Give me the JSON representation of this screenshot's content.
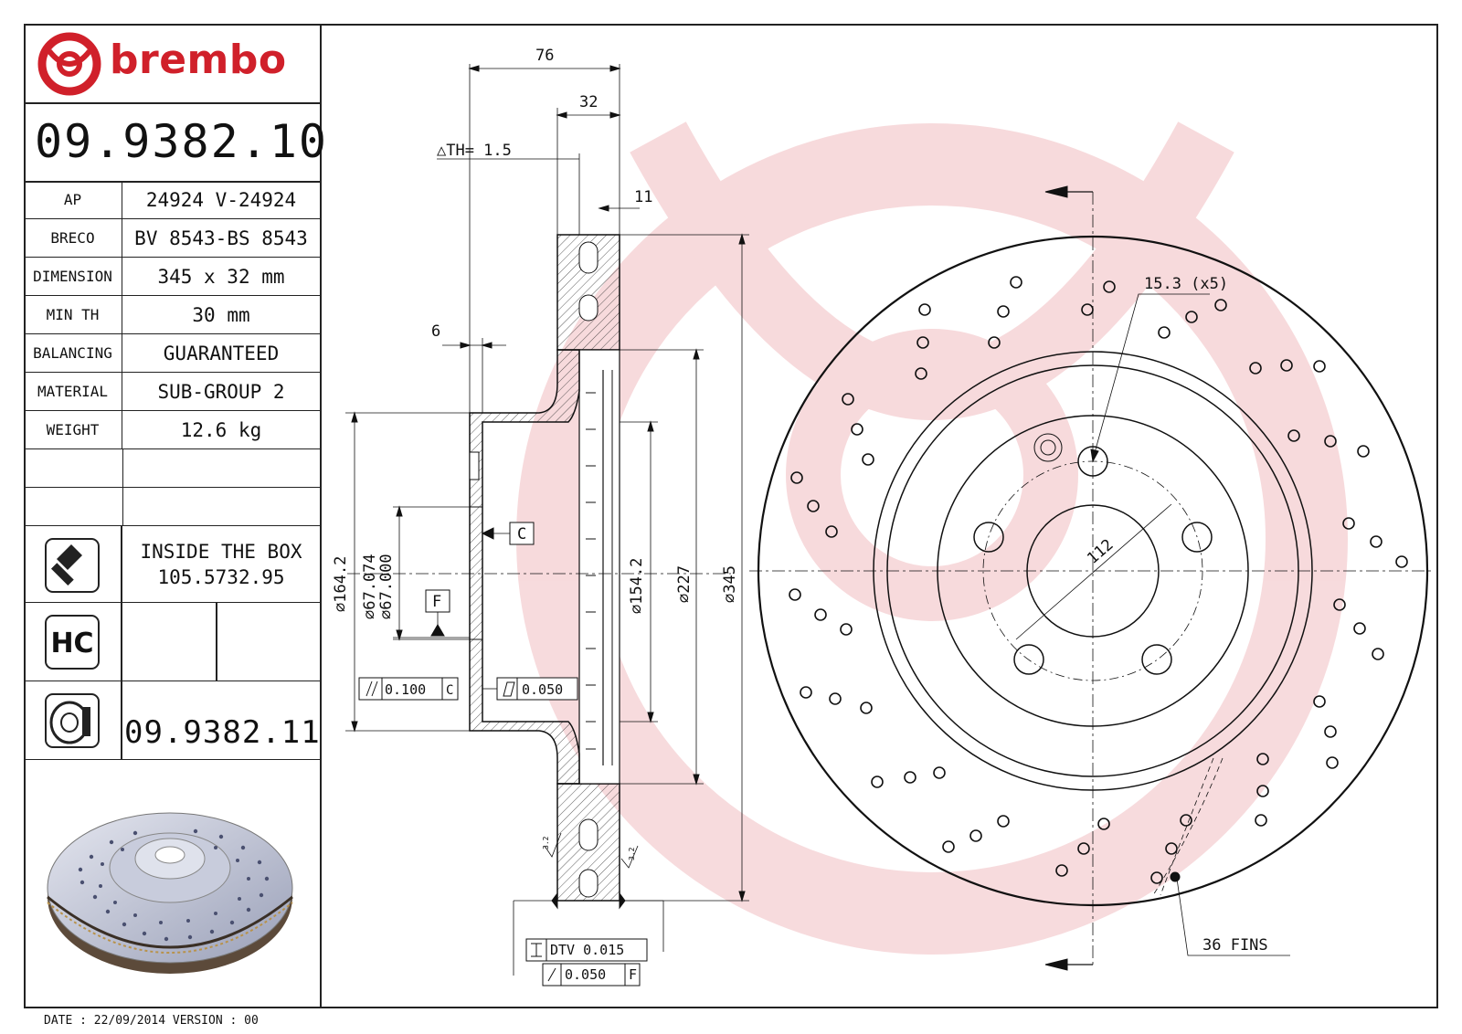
{
  "brand": {
    "name": "brembo",
    "color": "#d0202a"
  },
  "part_number": "09.9382.10",
  "specs": [
    {
      "label": "AP",
      "value": "24924 V-24924"
    },
    {
      "label": "BRECO",
      "value": "BV 8543-BS 8543"
    },
    {
      "label": "DIMENSION",
      "value": "345 x 32 mm"
    },
    {
      "label": "MIN TH",
      "value": "30 mm"
    },
    {
      "label": "BALANCING",
      "value": "GUARANTEED"
    },
    {
      "label": "MATERIAL",
      "value": "SUB-GROUP 2"
    },
    {
      "label": "WEIGHT",
      "value": "12.6 kg"
    }
  ],
  "inside_box": {
    "title": "INSIDE THE BOX",
    "value": "105.5732.95"
  },
  "hc_label": "HC",
  "alternative_part": "09.9382.11",
  "footer": "DATE : 22/09/2014 VERSION : 00",
  "dimensions": {
    "width_total": "76",
    "thickness": "32",
    "th_tolerance": "△TH= 1.5",
    "web": "11",
    "offset": "6",
    "d_164": "⌀164.2",
    "d_67a": "⌀67.074",
    "d_67b": "⌀67.000",
    "d_154": "⌀154.2",
    "d_227": "⌀227",
    "d_345": "⌀345",
    "datum_c": "C",
    "datum_f": "F",
    "tol_parallel": "0.100",
    "tol_parallel_ref": "C",
    "tol_flat": "0.050",
    "dtv": "DTV 0.015",
    "runout": "0.050",
    "runout_ref": "F",
    "roughness_a": "3.2",
    "roughness_b": "3.2",
    "holes": "15.3 (x5)",
    "pcd": "112",
    "fins": "36 FINS"
  }
}
